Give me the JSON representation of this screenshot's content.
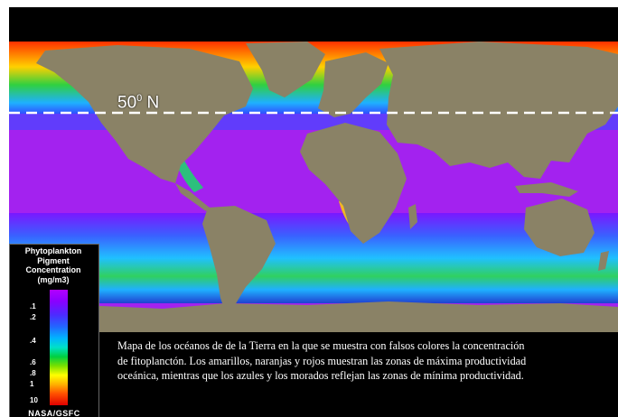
{
  "parallel_label": {
    "degrees": "50",
    "superscript": "0",
    "hemisphere": "N"
  },
  "legend": {
    "title_lines": [
      "Phytoplankton",
      "Pigment",
      "Concentration",
      "(mg/m3)"
    ],
    "ticks": [
      ".1",
      ".2",
      ".4",
      ".6",
      ".8",
      "1",
      "10"
    ],
    "credit": "NASA/GSFC"
  },
  "caption": {
    "lines": [
      "Mapa de los océanos de de la Tierra en la que se muestra con falsos colores la concentración",
      "de fitoplanctón.  Los amarillos, naranjas y rojos muestran las zonas de máxima productividad",
      "oceánica, mientras que los azules y los morados reflejan las zonas de mínima productividad."
    ]
  },
  "colors": {
    "land": "#8a8266",
    "background": "#000000",
    "ocean_low": "#a020f0",
    "ocean_mid": "#2060ff",
    "ocean_high": "#ff3000",
    "parallel_line": "#ffffff"
  }
}
